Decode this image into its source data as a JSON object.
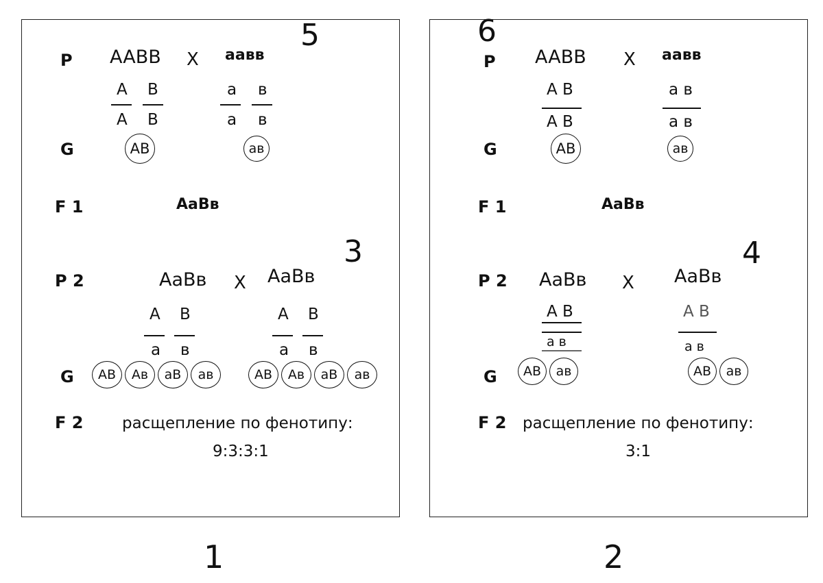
{
  "labels": {
    "P": "P",
    "G": "G",
    "F1": "F 1",
    "P2": "P 2",
    "F2": "F 2"
  },
  "cross_symbol": "X",
  "panels": [
    {
      "number": "1",
      "parent_1": "AABB",
      "parent_2": "aaвв",
      "callout_parent": "5",
      "p_alleles_1": [
        [
          "A",
          "A"
        ],
        [
          "B",
          "B"
        ]
      ],
      "p_alleles_2": [
        [
          "a",
          "a"
        ],
        [
          "в",
          "в"
        ]
      ],
      "p_gamete_1": "AB",
      "p_gamete_2": "aв",
      "f1": "AaBв",
      "p2_parent_1": "AaBв",
      "p2_parent_2": "AaBв",
      "callout_p2": "3",
      "p2_alleles": [
        [
          "A",
          "a"
        ],
        [
          "B",
          "в"
        ]
      ],
      "f2_gametes": [
        "AB",
        "Aв",
        "aB",
        "aв"
      ],
      "f2_text": "расщепление по фенотипу:",
      "f2_ratio": "9:3:3:1"
    },
    {
      "number": "2",
      "parent_1": "AABB",
      "parent_2": "aaвв",
      "callout_parent": "6",
      "p_alleles_1": [
        "A B",
        "A B"
      ],
      "p_alleles_2": [
        "a в",
        "a в"
      ],
      "p_gamete_1": "AB",
      "p_gamete_2": "aв",
      "f1": "AaBв",
      "p2_parent_1": "AaBв",
      "p2_parent_2": "AaBв",
      "callout_p2": "4",
      "p2_alleles_1": [
        "A B",
        "a в"
      ],
      "p2_alleles_2": [
        "A B",
        "a в"
      ],
      "f2_gametes_1": [
        "AB",
        "aв"
      ],
      "f2_gametes_2": [
        "AB",
        "aв"
      ],
      "f2_text": "расщепление по фенотипу:",
      "f2_ratio": "3:1"
    }
  ]
}
